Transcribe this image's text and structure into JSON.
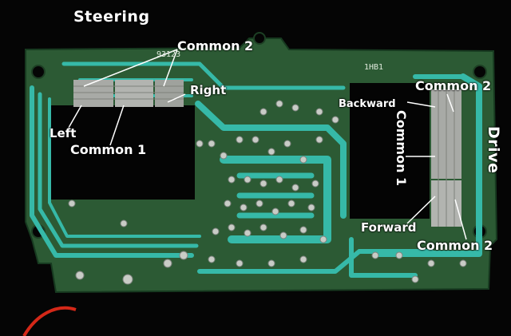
{
  "photo": {
    "section_labels": {
      "steering": "Steering",
      "drive": "Drive"
    },
    "pad_labels": {
      "common2_top": "Common 2",
      "right": "Right",
      "left": "Left",
      "common1_left": "Common 1",
      "common2_right_top": "Common 2",
      "backward": "Backward",
      "common1_right": "Common 1",
      "forward": "Forward",
      "common2_right_bottom": "Common 2"
    },
    "silkscreen": {
      "part_number": "93123",
      "board_code": "1HB1"
    },
    "colors": {
      "background": "#050505",
      "board_green": "#2c5a34",
      "trace_cyan": "#36b9a8",
      "pad_silver": "#a8aaa6",
      "label_white": "#ffffff",
      "wire_red": "#d42818"
    }
  }
}
